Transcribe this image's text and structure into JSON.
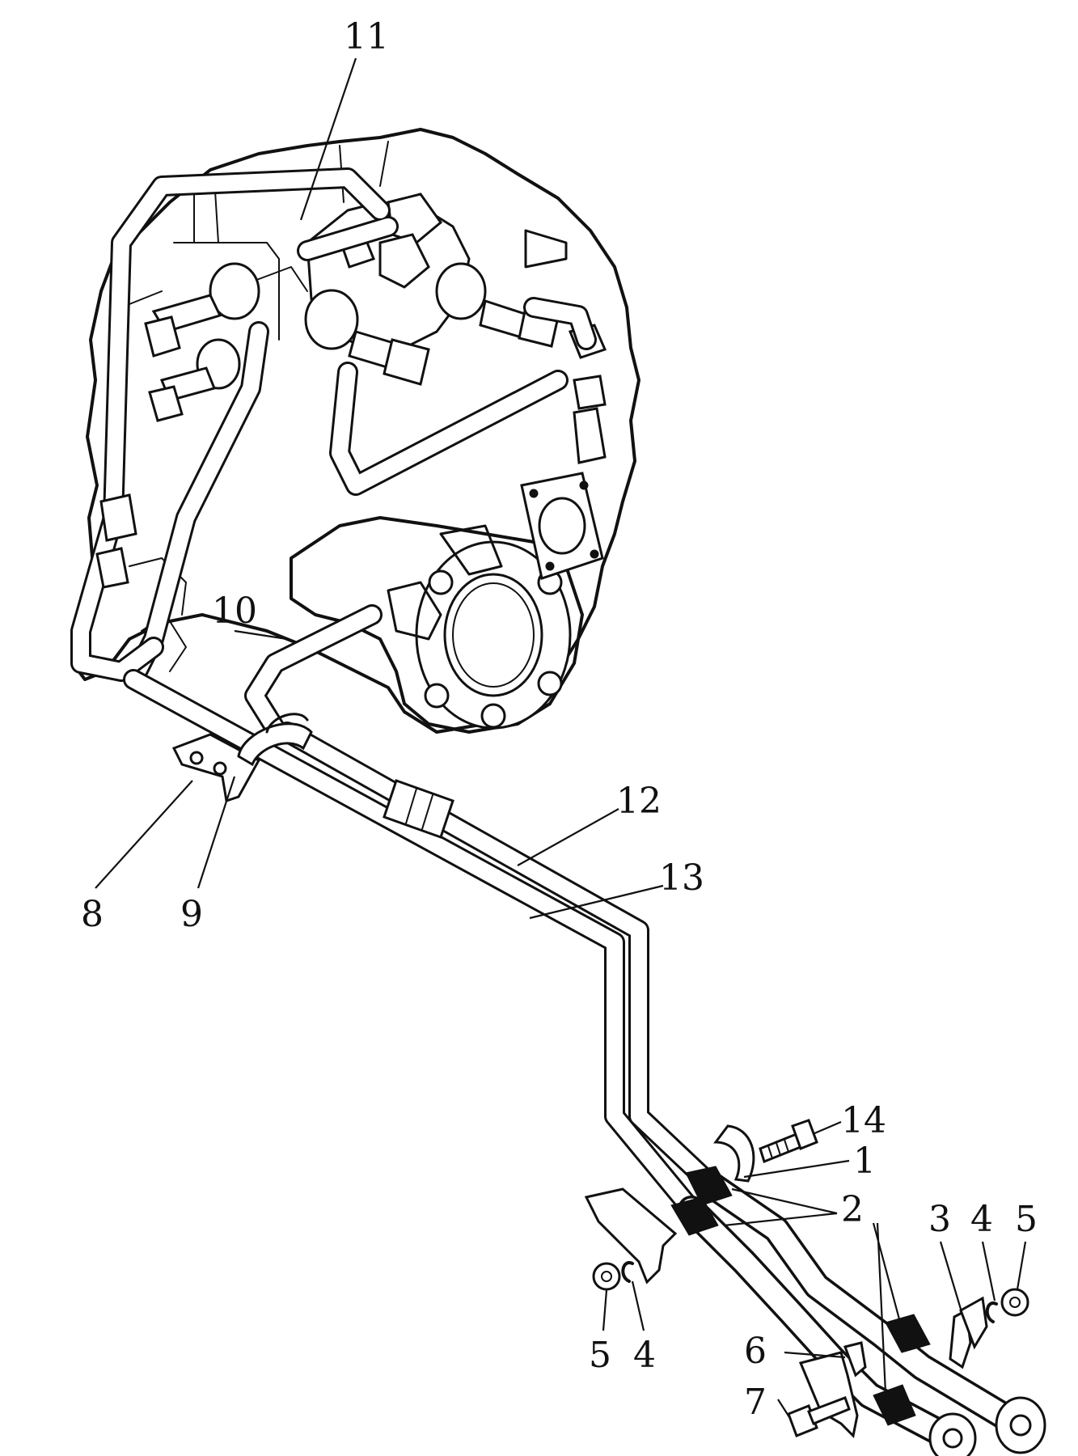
{
  "callouts": [
    {
      "id": "11",
      "text": "11"
    },
    {
      "id": "10",
      "text": "10"
    },
    {
      "id": "12",
      "text": "12"
    },
    {
      "id": "13",
      "text": "13"
    },
    {
      "id": "8",
      "text": "8"
    },
    {
      "id": "9",
      "text": "9"
    },
    {
      "id": "14",
      "text": "14"
    },
    {
      "id": "1",
      "text": "1"
    },
    {
      "id": "2",
      "text": "2"
    },
    {
      "id": "3",
      "text": "3"
    },
    {
      "id": "4a",
      "text": "4"
    },
    {
      "id": "5a",
      "text": "5"
    },
    {
      "id": "5b",
      "text": "5"
    },
    {
      "id": "4b",
      "text": "4"
    },
    {
      "id": "6",
      "text": "6"
    },
    {
      "id": "7",
      "text": "7"
    }
  ],
  "colors": {
    "ink": "#111111",
    "paper": "#ffffff"
  }
}
